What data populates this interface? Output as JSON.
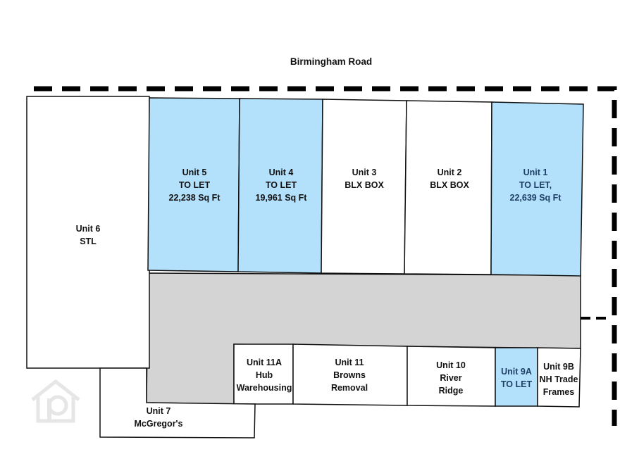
{
  "road": {
    "name": "Birmingham Road"
  },
  "colors": {
    "to_let": "#b3e0fa",
    "yard": "#d4d4d4",
    "outline": "#111111"
  },
  "units": {
    "unit6": {
      "lines": [
        "Unit 6",
        "STL"
      ]
    },
    "unit5": {
      "lines": [
        "Unit 5",
        "TO LET",
        "22,238 Sq Ft"
      ],
      "status": "to-let"
    },
    "unit4": {
      "lines": [
        "Unit 4",
        "TO LET",
        "19,961 Sq Ft"
      ],
      "status": "to-let"
    },
    "unit3": {
      "lines": [
        "Unit 3",
        "BLX BOX"
      ]
    },
    "unit2": {
      "lines": [
        "Unit 2",
        "BLX BOX"
      ]
    },
    "unit1": {
      "lines": [
        "Unit 1",
        "TO LET,",
        "22,639 Sq Ft"
      ],
      "status": "to-let"
    },
    "unit11a": {
      "lines": [
        "Unit 11A",
        "Hub",
        "Warehousing"
      ]
    },
    "unit11": {
      "lines": [
        "Unit 11",
        "Browns",
        "Removal"
      ]
    },
    "unit10": {
      "lines": [
        "Unit 10",
        "River",
        "Ridge"
      ]
    },
    "unit9a": {
      "lines": [
        "Unit 9A",
        "TO LET"
      ],
      "status": "to-let"
    },
    "unit9b": {
      "lines": [
        "Unit 9B",
        "NH Trade",
        "Frames"
      ]
    },
    "unit7": {
      "lines": [
        "Unit 7",
        "McGregor's"
      ]
    }
  },
  "watermark": {
    "icon": "property-logo-icon"
  }
}
